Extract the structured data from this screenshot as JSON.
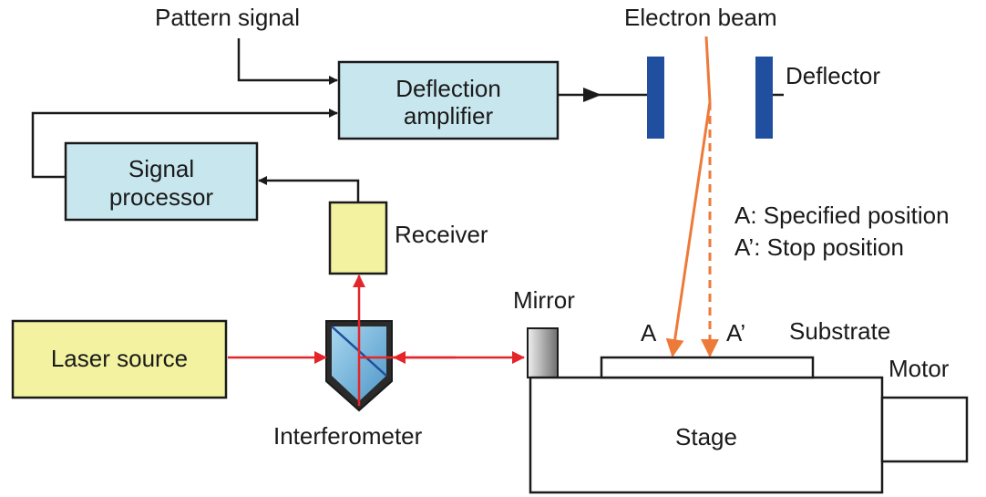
{
  "labels": {
    "pattern_signal": "Pattern signal",
    "electron_beam": "Electron beam",
    "deflector": "Deflector",
    "deflection_amplifier_line1": "Deflection",
    "deflection_amplifier_line2": "amplifier",
    "signal_processor_line1": "Signal",
    "signal_processor_line2": "processor",
    "receiver": "Receiver",
    "specified_position": "A: Specified position",
    "stop_position": "A’: Stop position",
    "mirror": "Mirror",
    "laser_source": "Laser source",
    "interferometer": "Interferometer",
    "point_a": "A",
    "point_a_prime": "A’",
    "substrate": "Substrate",
    "motor": "Motor",
    "stage": "Stage"
  },
  "colors": {
    "box_blue": "#c7e6ee",
    "box_yellow": "#f2f2a0",
    "deflector_plate": "#1f4f9e",
    "beam_orange": "#ee7a3a",
    "laser_red": "#e4262a",
    "line_black": "#1a1a1a"
  }
}
